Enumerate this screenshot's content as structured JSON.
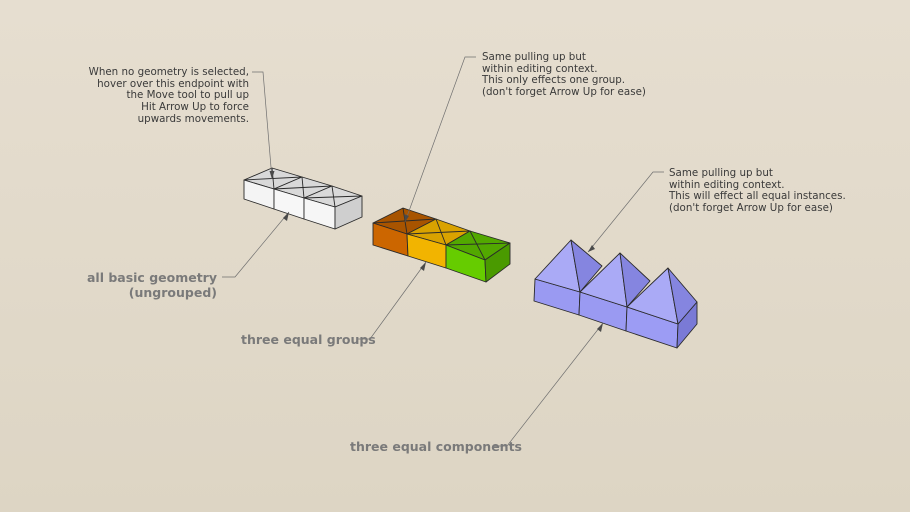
{
  "notes": {
    "geometry_tip": "When no geometry is selected,\nhover over this endpoint with\nthe Move tool to pull up\nHit Arrow Up to force\nupwards movements.",
    "groups_tip": "Same pulling up but\nwithin editing context.\nThis only effects one group.\n(don't forget Arrow Up for ease)",
    "components_tip": "Same pulling up but\nwithin editing context.\nThis will effect all equal instances.\n(don't forget Arrow Up for ease)"
  },
  "labels": {
    "basic_geometry": "all basic geometry\n(ungrouped)",
    "groups": "three equal groups",
    "components": "three equal components"
  },
  "colors": {
    "geometry_top": "#dedede",
    "geometry_front": "#f5f5f5",
    "group_1": "#cc6600",
    "group_2": "#f2b400",
    "group_3": "#66cc00",
    "component": "#9999f0"
  }
}
